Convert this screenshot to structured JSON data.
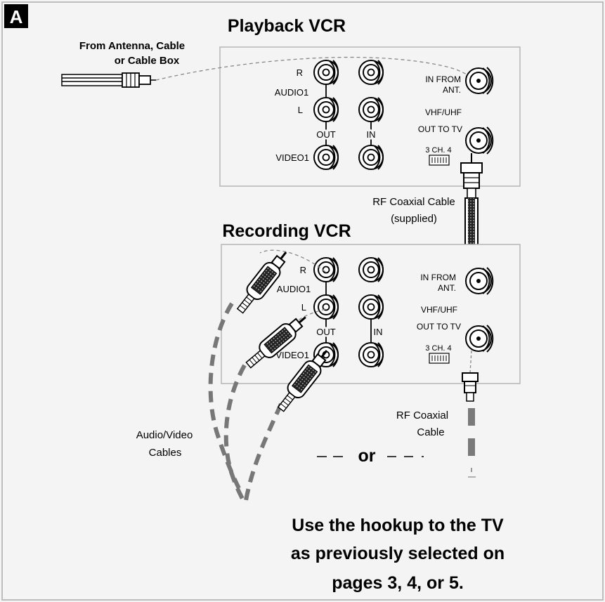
{
  "figure": {
    "badge": "A",
    "source_label_line1": "From Antenna, Cable",
    "source_label_line2": "or Cable Box",
    "footer_line1": "Use the hookup to the TV",
    "footer_line2": "as previously selected on",
    "footer_line3": "pages 3, 4, or 5."
  },
  "playback_vcr": {
    "title": "Playback VCR",
    "label_r": "R",
    "label_audio": "AUDIO1",
    "label_l": "L",
    "label_out": "OUT",
    "label_in": "IN",
    "label_video": "VIDEO1",
    "label_in_from": "IN FROM",
    "label_ant": "ANT.",
    "label_vhf": "VHF/UHF",
    "label_out_to_tv": "OUT TO TV",
    "label_channel": "3 CH. 4"
  },
  "recording_vcr": {
    "title": "Recording VCR",
    "label_r": "R",
    "label_audio": "AUDIO1",
    "label_l": "L",
    "label_out": "OUT",
    "label_in": "IN",
    "label_video": "VIDEO1",
    "label_in_from": "IN FROM",
    "label_ant": "ANT.",
    "label_vhf": "VHF/UHF",
    "label_out_to_tv": "OUT TO TV",
    "label_channel": "3 CH. 4"
  },
  "cables": {
    "rf_supplied_line1": "RF Coaxial Cable",
    "rf_supplied_line2": "(supplied)",
    "rf_out_line1": "RF Coaxial",
    "rf_out_line2": "Cable",
    "av_line1": "Audio/Video",
    "av_line2": "Cables",
    "or": "or"
  }
}
